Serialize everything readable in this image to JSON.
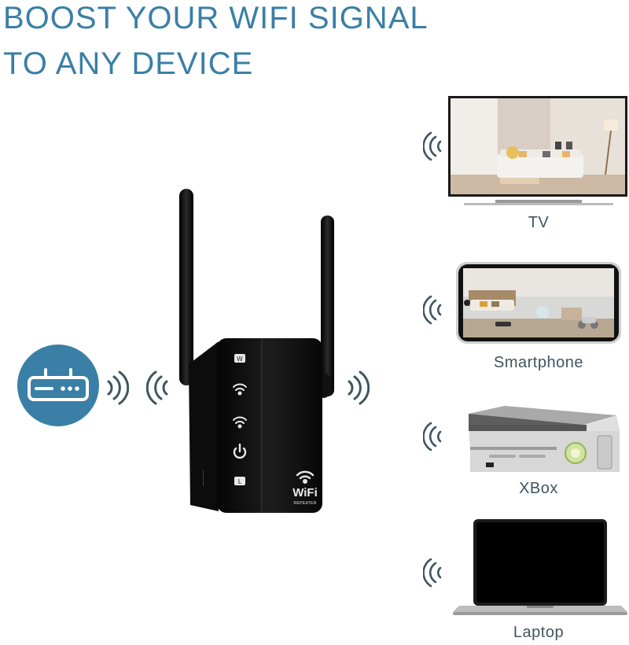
{
  "headline": {
    "line1": "BOOST YOUR WIFI SIGNAL",
    "line2": "TO ANY DEVICE"
  },
  "repeater": {
    "label_wifi": "WiFi",
    "label_repeater": "REPEATER",
    "led_w": "W",
    "led_l": "L"
  },
  "devices": [
    {
      "label": "TV",
      "icon": "tv-icon"
    },
    {
      "label": "Smartphone",
      "icon": "smartphone-icon"
    },
    {
      "label": "XBox",
      "icon": "xbox-console-icon"
    },
    {
      "label": "Laptop",
      "icon": "laptop-icon"
    }
  ],
  "colors": {
    "accent": "#3a7fa6",
    "wave": "#3f5560",
    "device_dark": "#111111"
  }
}
